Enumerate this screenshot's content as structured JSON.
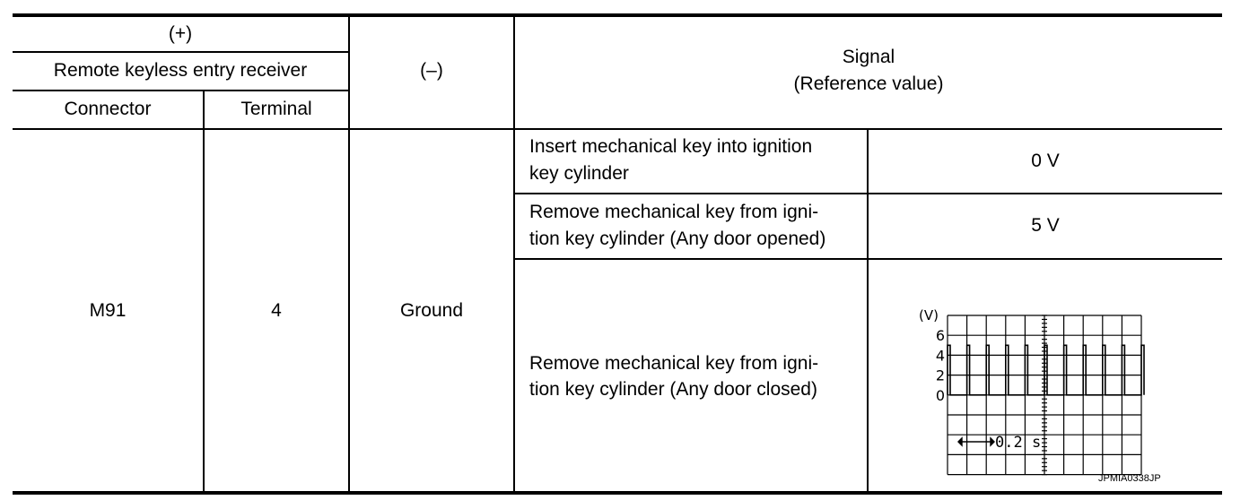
{
  "header": {
    "plus": "(+)",
    "receiver": "Remote keyless entry receiver",
    "connector": "Connector",
    "terminal": "Terminal",
    "minus": "(–)",
    "signal": "Signal",
    "reference": "(Reference value)"
  },
  "row": {
    "connector": "M91",
    "terminal": "4",
    "ground": "Ground"
  },
  "conditions": [
    {
      "line1": "Insert mechanical key into ignition",
      "line2": "key cylinder",
      "value": "0 V"
    },
    {
      "line1": "Remove mechanical key from igni-",
      "line2": "tion key cylinder (Any door opened)",
      "value": "5 V"
    },
    {
      "line1": "Remove mechanical key from igni-",
      "line2": "tion key cylinder (Any door closed)",
      "value": ""
    }
  ],
  "waveform": {
    "unit_label": "(V)",
    "y_ticks": [
      "6",
      "4",
      "2",
      "0"
    ],
    "timebase": "0.2 s",
    "code": "JPMIA0338JP",
    "high_level": 5,
    "low_level": 0
  }
}
